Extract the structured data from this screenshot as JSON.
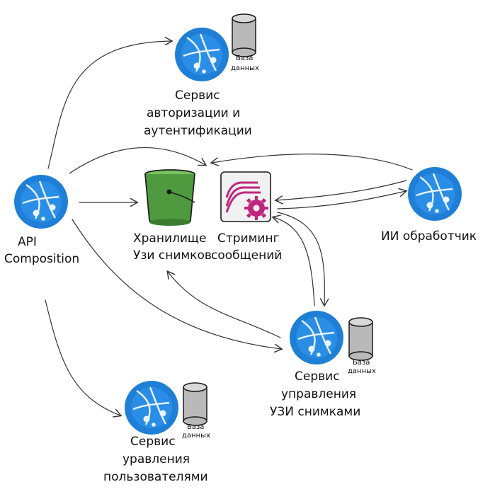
{
  "nodes": {
    "api": {
      "label_lines": [
        "API",
        "Composition"
      ],
      "icon": "network-globe-icon"
    },
    "auth": {
      "label_lines": [
        "Сервис",
        "авторизации и",
        "аутентификации"
      ],
      "icon": "network-globe-icon",
      "db_label_lines": [
        "База",
        "данных"
      ]
    },
    "storage": {
      "label_lines": [
        "Хранилище",
        "Узи снимков"
      ],
      "icon": "bucket-icon"
    },
    "streaming": {
      "label_lines": [
        "Стриминг",
        "сообщений"
      ],
      "icon": "streaming-gear-icon"
    },
    "ai": {
      "label_lines": [
        "ИИ обработчик"
      ],
      "icon": "network-globe-icon"
    },
    "uzi": {
      "label_lines": [
        "Сервис",
        "управления",
        "УЗИ снимками"
      ],
      "icon": "network-globe-icon",
      "db_label_lines": [
        "База",
        "данных"
      ]
    },
    "users": {
      "label_lines": [
        "Сервис",
        "уравления",
        "пользователями"
      ],
      "icon": "network-globe-icon",
      "db_label_lines": [
        "База",
        "данных"
      ]
    }
  },
  "colors": {
    "globe_blue": "#1f7fd6",
    "globe_light": "#e9f4ff",
    "bucket_green": "#4f9a3f",
    "bucket_dark": "#2d6a28",
    "gear_magenta": "#c0267d",
    "streaming_bg": "#f1f1f1",
    "database_gray": "#b9b9b9",
    "line": "#333333"
  }
}
